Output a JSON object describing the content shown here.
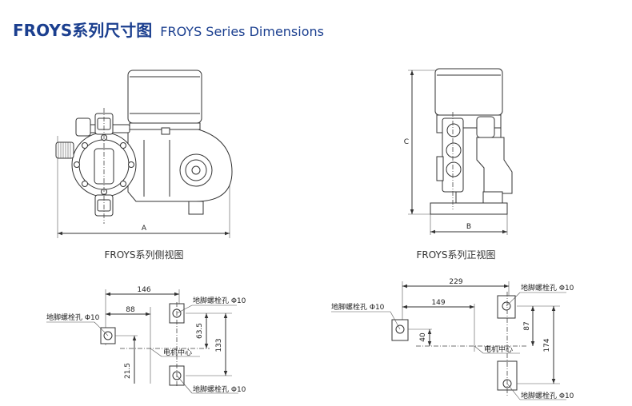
{
  "title": {
    "cn": "FROYS系列尺寸图",
    "en": "FROYS Series Dimensions"
  },
  "side_view": {
    "caption": "FROYS系列侧视图",
    "dim_a": "A"
  },
  "front_view": {
    "caption": "FROYS系列正视图",
    "dim_b": "B",
    "dim_c": "C"
  },
  "base_left": {
    "dim_146": "146",
    "dim_88": "88",
    "dim_63_5": "63.5",
    "dim_133": "133",
    "dim_21_5": "21.5",
    "hole_top": "地脚螺栓孔 Φ10",
    "hole_left": "地脚螺栓孔 Φ10",
    "hole_bottom": "地脚螺栓孔 Φ10",
    "motor_center": "电机中心"
  },
  "base_right": {
    "dim_229": "229",
    "dim_149": "149",
    "dim_40": "40",
    "dim_87": "87",
    "dim_174": "174",
    "hole_top": "地脚螺栓孔 Φ10",
    "hole_left": "地脚螺栓孔 Φ10",
    "hole_bottom": "地脚螺栓孔 Φ10",
    "motor_center": "电机中心"
  }
}
